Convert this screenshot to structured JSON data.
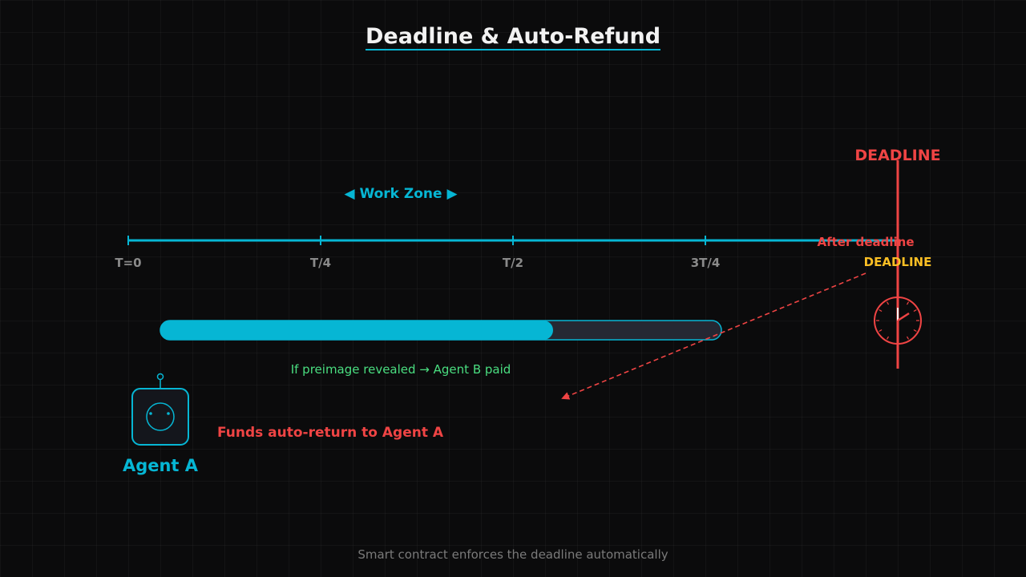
{
  "title": "Deadline & Auto-Refund",
  "deadline_marker_label": "DEADLINE",
  "work_zone_label": "◀ Work Zone ▶",
  "timeline": {
    "ticks": [
      "T=0",
      "T/4",
      "T/2",
      "3T/4"
    ]
  },
  "after_deadline": {
    "line1": "After deadline",
    "line2": "DEADLINE"
  },
  "progress": {
    "fraction": 0.7
  },
  "preimage_note": "If preimage revealed → Agent B paid",
  "refund_note": "Funds auto-return to Agent A",
  "agent": {
    "name": "Agent A",
    "icon": "robot-icon"
  },
  "clock_icon": "clock-icon",
  "footer": "Smart contract enforces the deadline automatically",
  "colors": {
    "accent": "#06b6d4",
    "danger": "#ef4444",
    "warning": "#fbbf24",
    "success": "#4ade80",
    "background": "#0b0b0c"
  }
}
